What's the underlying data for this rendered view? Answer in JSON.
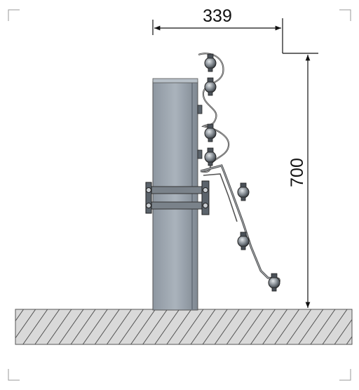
{
  "dimensions": {
    "width_label": "339",
    "height_label": "700"
  },
  "colors": {
    "post_fill": "#9ea7b1",
    "post_shade": "#7d8791",
    "ground_fill": "#d9d9d9",
    "hatch_stroke": "#333333",
    "line": "#111111",
    "insulator_dark": "#3a3f45",
    "insulator_light": "#c9ced3"
  },
  "icons": {
    "ground": "hatched-ground",
    "post": "steel-post",
    "bracket": "angled-insulator-bracket",
    "insulator": "wire-insulator"
  }
}
